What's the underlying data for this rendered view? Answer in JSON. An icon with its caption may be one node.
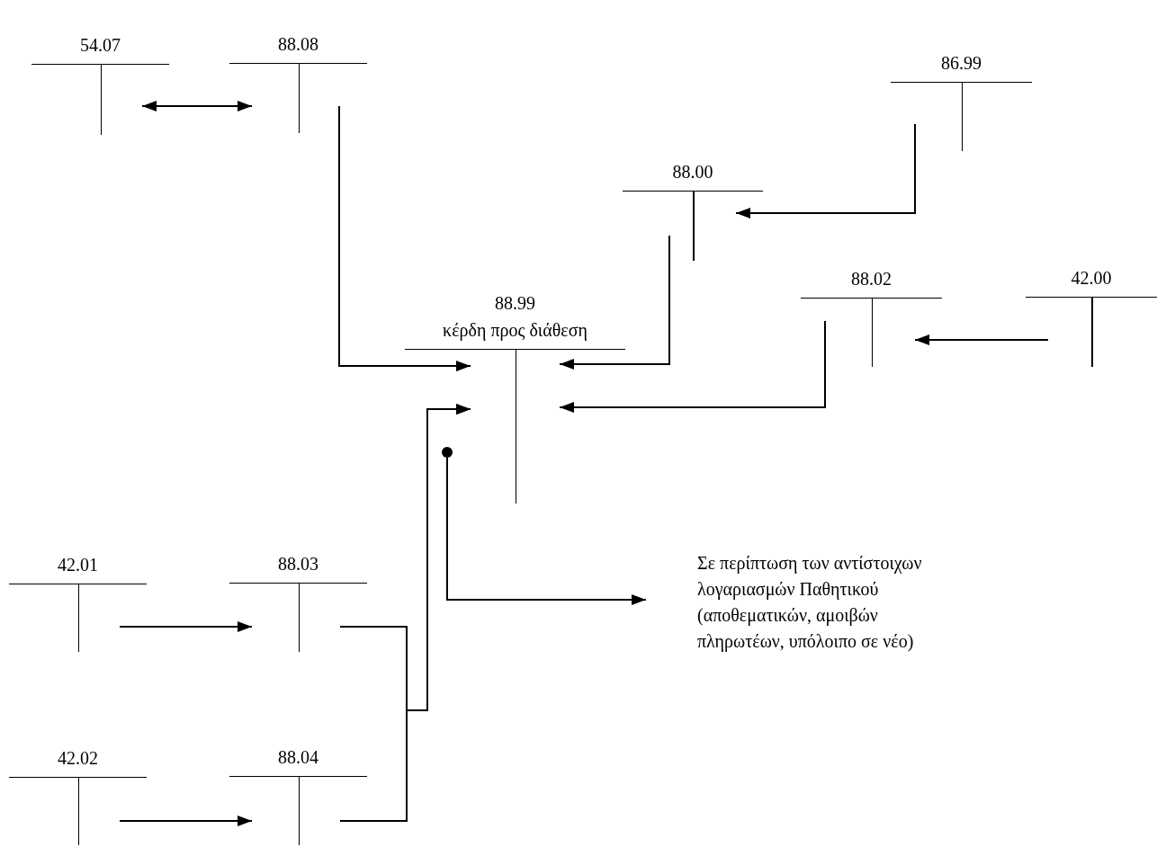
{
  "diagram": {
    "nodes": [
      {
        "text": [
          "54.07"
        ]
      },
      {
        "text": [
          "88.08"
        ]
      },
      {
        "text": [
          "86.99"
        ]
      },
      {
        "text": [
          "88.00"
        ]
      },
      {
        "text": [
          "88.99",
          "κέρδη προς διάθεση"
        ]
      },
      {
        "text": [
          "88.02"
        ]
      },
      {
        "text": [
          "42.00"
        ]
      },
      {
        "text": [
          "42.01"
        ]
      },
      {
        "text": [
          "88.03"
        ]
      },
      {
        "text": [
          "42.02"
        ]
      },
      {
        "text": [
          "88.04"
        ]
      },
      {
        "text": [],
        "shape": "circle"
      },
      {
        "text": [
          "Σε περίπτωση των αντίστοιχων λογαριασμών Παθητικού (αποθεματικών, αμοιβών πληρωτέων, υπόλοιπο σε νέο)"
        ]
      }
    ],
    "edges": [
      {
        "from": 0,
        "to": 1,
        "arrow": "both"
      },
      {
        "from": 1,
        "to": 4,
        "arrow": "to"
      },
      {
        "from": 2,
        "to": 3,
        "arrow": "to"
      },
      {
        "from": 3,
        "to": 4,
        "arrow": "to"
      },
      {
        "from": 6,
        "to": 5,
        "arrow": "to"
      },
      {
        "from": 5,
        "to": 4,
        "arrow": "to"
      },
      {
        "from": 7,
        "to": 8,
        "arrow": "to"
      },
      {
        "from": 9,
        "to": 10,
        "arrow": "to"
      },
      {
        "from": 8,
        "to": 4,
        "arrow": "to"
      },
      {
        "from": 10,
        "to": 4,
        "arrow": "to"
      },
      {
        "from": 11,
        "to": 12,
        "arrow": "to"
      }
    ]
  }
}
